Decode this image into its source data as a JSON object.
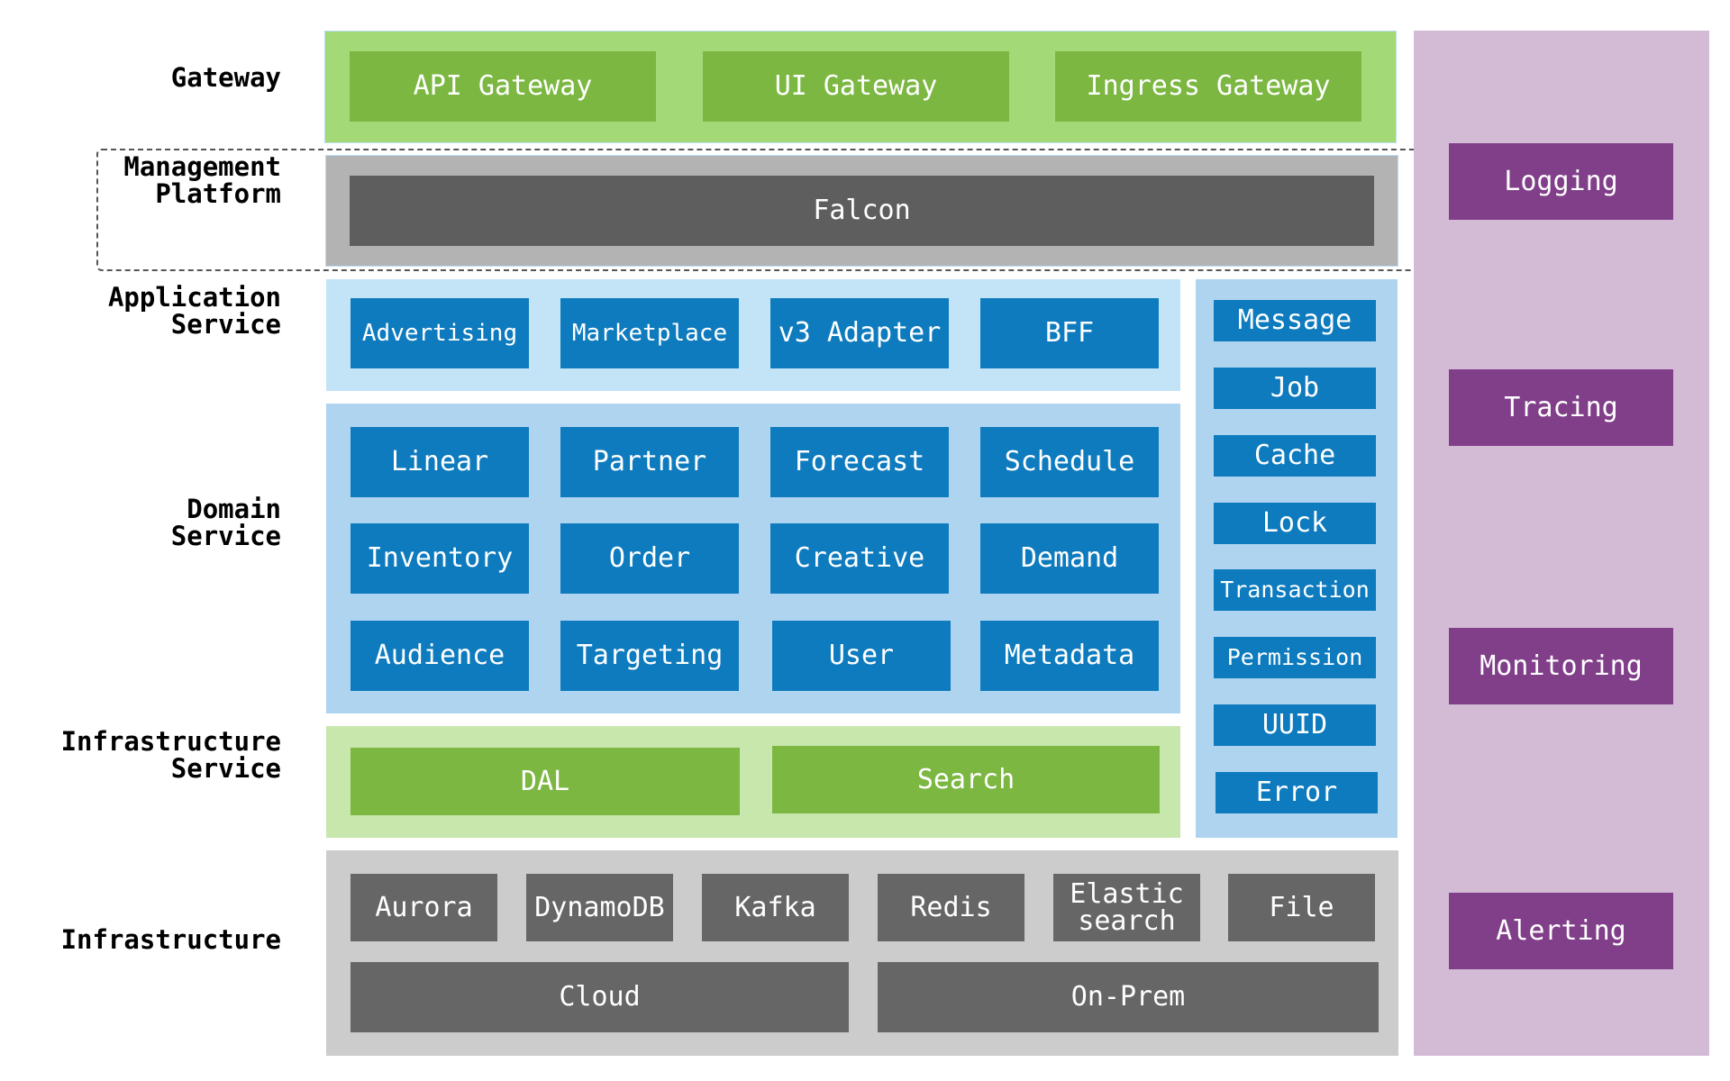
{
  "layers": {
    "gateway": {
      "label": "Gateway",
      "items": [
        "API Gateway",
        "UI Gateway",
        "Ingress Gateway"
      ]
    },
    "management": {
      "label": "Management\nPlatform",
      "items": [
        "Falcon"
      ]
    },
    "application": {
      "label": "Application\nService",
      "items": [
        "Advertising",
        "Marketplace",
        "v3 Adapter",
        "BFF"
      ]
    },
    "domain": {
      "label": "Domain\nService",
      "items": [
        "Linear",
        "Partner",
        "Forecast",
        "Schedule",
        "Inventory",
        "Order",
        "Creative",
        "Demand",
        "Audience",
        "Targeting",
        "User",
        "Metadata"
      ]
    },
    "infra_service": {
      "label": "Infrastructure\nService",
      "items": [
        "DAL",
        "Search"
      ]
    },
    "infrastructure": {
      "label": "Infrastructure",
      "items": [
        "Aurora",
        "DynamoDB",
        "Kafka",
        "Redis",
        "Elastic\nsearch",
        "File",
        "Cloud",
        "On-Prem"
      ]
    }
  },
  "common": {
    "items": [
      "Message",
      "Job",
      "Cache",
      "Lock",
      "Transaction",
      "Permission",
      "UUID",
      "Error"
    ]
  },
  "observability": {
    "items": [
      "Logging",
      "Tracing",
      "Monitoring",
      "Alerting"
    ]
  },
  "colors": {
    "gateway_panel": "#a4d977",
    "green_box": "#7cb742",
    "management_panel": "#b3b3b3",
    "dark_box": "#5e5e5e",
    "application_panel": "#c3e4f7",
    "domain_panel": "#afd4ef",
    "blue_box": "#0e7bbe",
    "infra_service_panel": "#c7e7ad",
    "infrastructure_panel": "#cccccc",
    "observability_panel": "#d3bbd6",
    "purple_box": "#813f8a"
  }
}
